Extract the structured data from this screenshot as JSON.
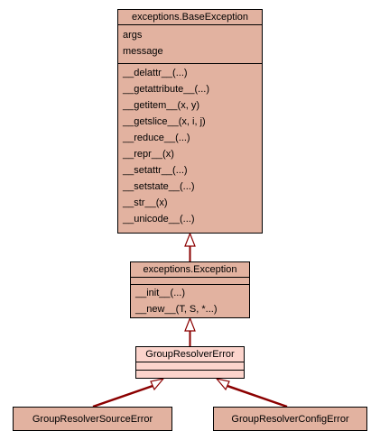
{
  "diagram": {
    "classes": {
      "base_exception": {
        "title": "exceptions.BaseException",
        "attributes": [
          "args",
          "message"
        ],
        "methods": [
          "__delattr__(...)",
          "__getattribute__(...)",
          "__getitem__(x, y)",
          "__getslice__(x, i, j)",
          "__reduce__(...)",
          "__repr__(x)",
          "__setattr__(...)",
          "__setstate__(...)",
          "__str__(x)",
          "__unicode__(...)"
        ]
      },
      "exception": {
        "title": "exceptions.Exception",
        "attributes": [],
        "methods": [
          "__init__(...)",
          "__new__(T, S, *...)"
        ]
      },
      "group_resolver_error": {
        "title": "GroupResolverError",
        "attributes": [],
        "methods": []
      },
      "group_resolver_source_error": {
        "title": "GroupResolverSourceError"
      },
      "group_resolver_config_error": {
        "title": "GroupResolverConfigError"
      }
    },
    "colors": {
      "class_fill": "#e2b2a0",
      "highlight_fill": "#fcd4cc",
      "arrow": "#8b0000",
      "border": "#000000"
    }
  }
}
